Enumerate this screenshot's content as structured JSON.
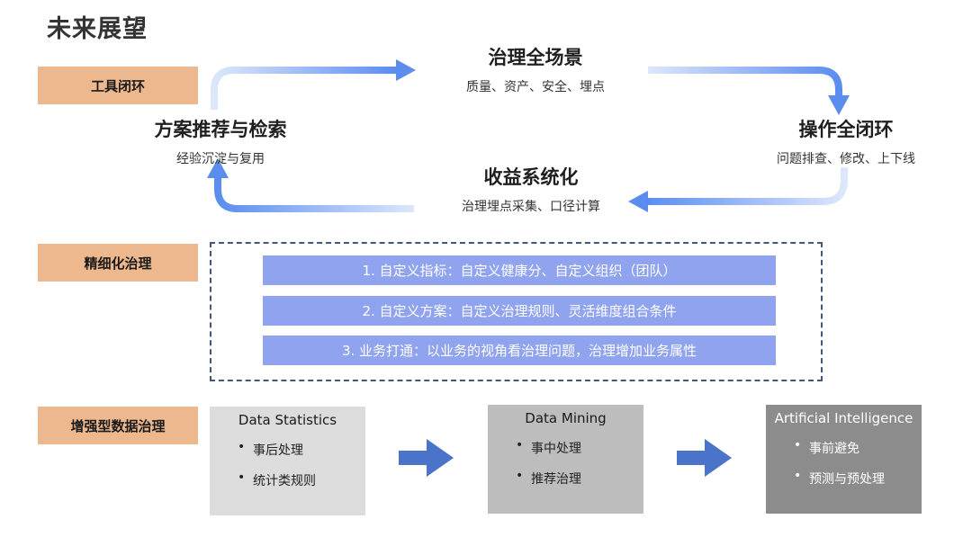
{
  "title": "未来展望",
  "labels": {
    "tool_loop": "工具闭环",
    "refined_governance": "精细化治理",
    "enhanced_governance": "增强型数据治理"
  },
  "cycle": {
    "top": {
      "title": "治理全场景",
      "subtitle": "质量、资产、安全、埋点"
    },
    "right": {
      "title": "操作全闭环",
      "subtitle": "问题排查、修改、上下线"
    },
    "bottom": {
      "title": "收益系统化",
      "subtitle": "治理埋点采集、口径计算"
    },
    "left": {
      "title": "方案推荐与检索",
      "subtitle": "经验沉淀与复用"
    }
  },
  "refined_items": [
    "1. 自定义指标：自定义健康分、自定义组织（团队）",
    "2. 自定义方案：自定义治理规则、灵活维度组合条件",
    "3. 业务打通：以业务的视角看治理问题，治理增加业务属性"
  ],
  "stages": [
    {
      "title": "Data Statistics",
      "bullets": [
        "事后处理",
        "统计类规则"
      ]
    },
    {
      "title": "Data Mining",
      "bullets": [
        "事中处理",
        "推荐治理"
      ]
    },
    {
      "title": "Artificial Intelligence",
      "bullets": [
        "事前避免",
        "预测与预处理"
      ]
    }
  ],
  "colors": {
    "label_bg": "#EDB88D",
    "cycle_arrow": "#5B8DEF",
    "bar_bg": "#8FA3EE",
    "stage_arrow": "#4A74C9",
    "card1_bg": "#DCDCDC",
    "card2_bg": "#BDBDBD",
    "card3_bg": "#8C8C8C"
  }
}
